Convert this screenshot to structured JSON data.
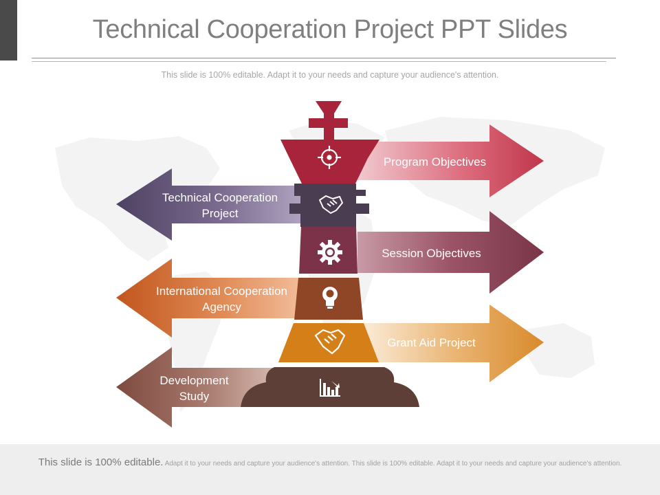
{
  "slide": {
    "title": "Technical Cooperation Project PPT Slides",
    "subtitle": "This slide is 100% editable. Adapt it to your needs and capture your audience's attention."
  },
  "diagram": {
    "right_arrows": [
      {
        "label": "Program Objectives",
        "color": "#c0364a"
      },
      {
        "label": "Session Objectives",
        "color": "#7a3548"
      },
      {
        "label": "Grant Aid Project",
        "color": "#d98a2b"
      }
    ],
    "left_arrows": [
      {
        "label": "Technical Cooperation Project",
        "color": "#4e4262"
      },
      {
        "label": "International Cooperation Agency",
        "color": "#c1561d"
      },
      {
        "label": "Development Study",
        "color": "#7e4a40"
      }
    ],
    "segments": [
      {
        "icon": "target-icon",
        "color": "#a8243a"
      },
      {
        "icon": "handshake-icon",
        "color": "#4a3d52"
      },
      {
        "icon": "gear-icon",
        "color": "#7c3349"
      },
      {
        "icon": "lightbulb-icon",
        "color": "#8e4627"
      },
      {
        "icon": "handshake-icon",
        "color": "#d57f19"
      },
      {
        "icon": "bar-chart-icon",
        "color": "#5e3f37"
      }
    ],
    "cross_color": "#a8243a"
  },
  "footer": {
    "lead": "This slide is 100% editable.",
    "text": "Adapt it to your needs and capture your audience's attention. This slide is 100% editable. Adapt it to your needs and capture your audience's attention."
  }
}
